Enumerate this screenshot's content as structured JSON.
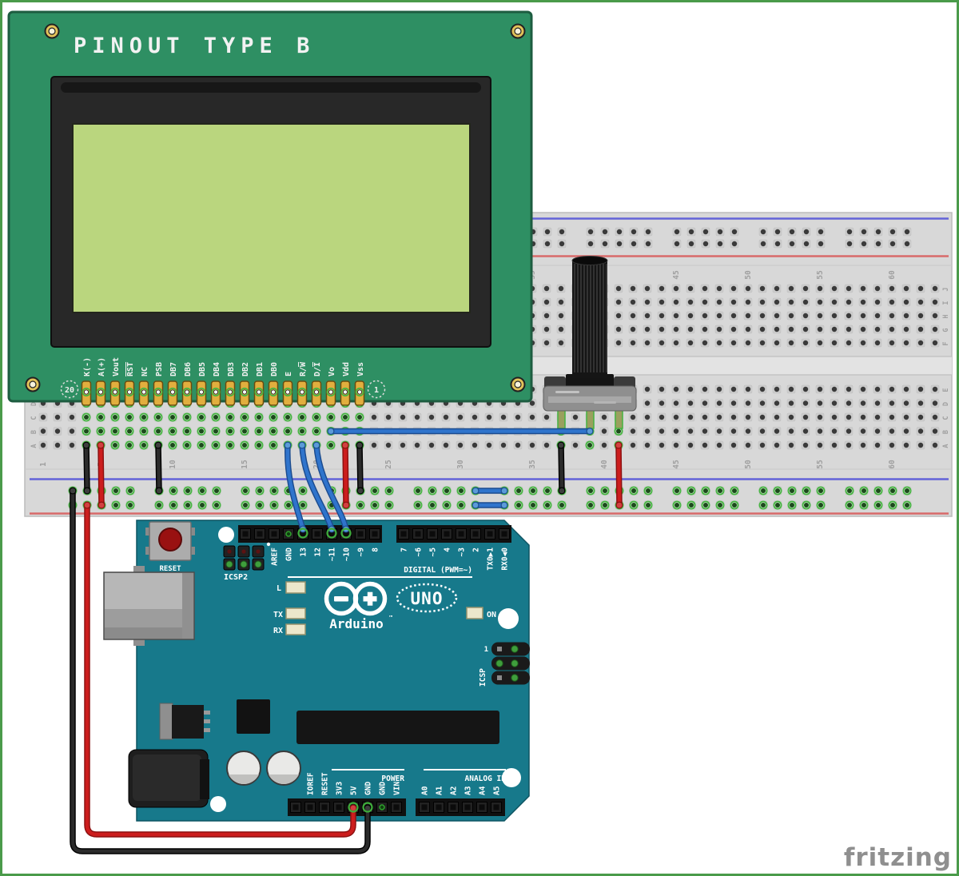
{
  "canvas": {
    "watermark": "fritzing"
  },
  "colors": {
    "wire_red": "#cc1d1d",
    "wire_red_dark": "#8c1010",
    "wire_red_cap": "#d24040",
    "wire_black": "#2b2b2b",
    "wire_black_dark": "#000000",
    "wire_black_cap": "#3d3d3d",
    "wire_blue": "#2f74cc",
    "wire_blue_dark": "#1c4c8f",
    "wire_blue_cap": "#5b9bd8",
    "arduino_teal": "#17798b",
    "lcd_green": "#2e8f63",
    "lcd_screen": "#bad67e",
    "highlight_green": "#46b342",
    "rail_blue": "#6363d8",
    "rail_red": "#d86a6a",
    "pin_gold": "#e2ae3e"
  },
  "lcd": {
    "title": "PINOUT TYPE B",
    "pin20_badge": "20",
    "pin1_badge": "1",
    "pins": [
      {
        "t": "K(-)"
      },
      {
        "t": "A(+)"
      },
      {
        "t": "Vout"
      },
      {
        "t": "RST",
        "ol": "RST"
      },
      {
        "t": "NC"
      },
      {
        "t": "PSB"
      },
      {
        "t": "DB7"
      },
      {
        "t": "DB6"
      },
      {
        "t": "DB5"
      },
      {
        "t": "DB4"
      },
      {
        "t": "DB3"
      },
      {
        "t": "DB2"
      },
      {
        "t": "DB1"
      },
      {
        "t": "DB0"
      },
      {
        "t": "E"
      },
      {
        "t": "R/W",
        "ol": "W"
      },
      {
        "t": "D/I",
        "ol": "I"
      },
      {
        "t": "Vo"
      },
      {
        "t": "Vdd"
      },
      {
        "t": "Vss"
      }
    ]
  },
  "breadboard": {
    "column_numbers": [
      "1",
      "5",
      "10",
      "15",
      "20",
      "25",
      "30",
      "35",
      "40",
      "45",
      "50",
      "55",
      "60"
    ],
    "row_letters_top": [
      "J",
      "I",
      "H",
      "G",
      "F"
    ],
    "row_letters_bottom": [
      "E",
      "D",
      "C",
      "B",
      "A"
    ]
  },
  "arduino": {
    "reset_label": "RESET",
    "icsp2_label": "ICSP2",
    "icsp2_pin1": "",
    "digital_left_labels": [
      "AREF",
      "GND",
      "13",
      "12",
      "~11",
      "~10",
      "~9",
      "8"
    ],
    "digital_right_labels": [
      "7",
      "~6",
      "~5",
      "4",
      "~3",
      "2",
      "TX0▶1",
      "RX0◀0"
    ],
    "digital_section_label": "DIGITAL (PWM=~)",
    "led_l_label": "L",
    "led_tx_label": "TX",
    "led_rx_label": "RX",
    "led_on_label": "ON",
    "brand": "Arduino",
    "brand_tm": "™",
    "model": "UNO",
    "icsp_label": "ICSP",
    "icsp_pin1_label": "1",
    "power_section_label": "POWER",
    "power_labels": [
      "IOREF",
      "RESET",
      "3V3",
      "5V",
      "GND",
      "GND",
      "VIN"
    ],
    "analog_section_label": "ANALOG IN",
    "analog_labels": [
      "A0",
      "A1",
      "A2",
      "A3",
      "A4",
      "A5"
    ]
  },
  "wires": [
    {
      "id": "k-gnd",
      "color": "black",
      "from": "GLCD K(-)",
      "to": "GND rail"
    },
    {
      "id": "a-5v",
      "color": "red",
      "from": "GLCD A(+)",
      "to": "5V rail"
    },
    {
      "id": "psb-gnd",
      "color": "black",
      "from": "GLCD PSB",
      "to": "GND rail"
    },
    {
      "id": "vdd-5v",
      "color": "red",
      "from": "GLCD Vdd",
      "to": "5V rail"
    },
    {
      "id": "vss-gnd",
      "color": "black",
      "from": "GLCD Vss",
      "to": "GND rail"
    },
    {
      "id": "vo-pot",
      "color": "blue",
      "from": "GLCD Vo",
      "to": "potentiometer wiper"
    },
    {
      "id": "e-13",
      "color": "blue",
      "from": "GLCD E",
      "to": "Arduino pin 13"
    },
    {
      "id": "rw-11",
      "color": "blue",
      "from": "GLCD R/W",
      "to": "Arduino pin 11"
    },
    {
      "id": "di-10",
      "color": "blue",
      "from": "GLCD D/I",
      "to": "Arduino pin 10"
    },
    {
      "id": "pot-gnd",
      "color": "black",
      "from": "potentiometer pin 1",
      "to": "GND rail"
    },
    {
      "id": "pot-5v",
      "color": "red",
      "from": "potentiometer pin 3",
      "to": "5V rail"
    },
    {
      "id": "bridge-gnd",
      "color": "blue",
      "from": "GND rail left",
      "to": "GND rail right"
    },
    {
      "id": "bridge-5v",
      "color": "blue",
      "from": "5V rail left",
      "to": "5V rail right"
    },
    {
      "id": "rail-gnd",
      "color": "black",
      "from": "GND rail",
      "to": "Arduino GND"
    },
    {
      "id": "rail-5v",
      "color": "red",
      "from": "5V rail",
      "to": "Arduino 5V"
    }
  ]
}
